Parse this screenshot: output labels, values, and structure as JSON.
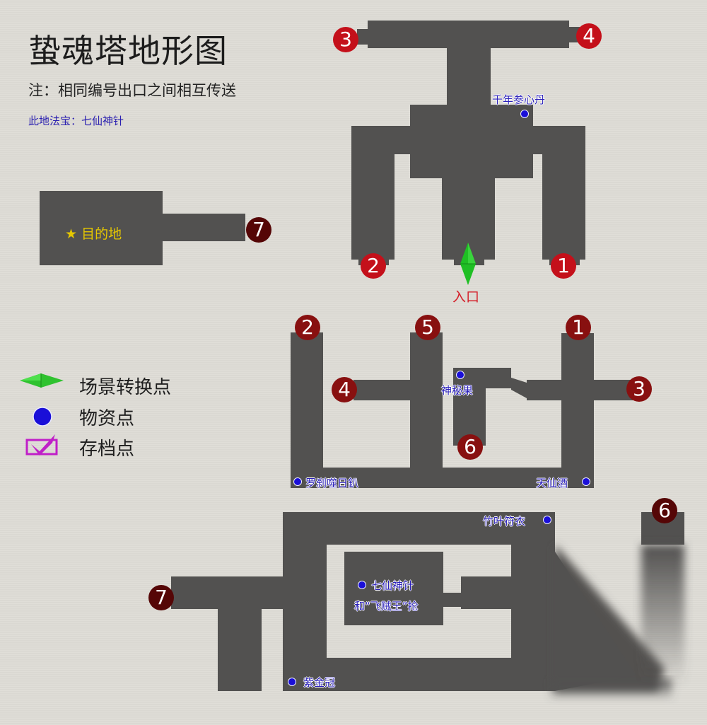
{
  "header": {
    "title": "蛰魂塔地形图",
    "note": "注：相同编号出口之间相互传送",
    "treasure": "此地法宝：七仙神针"
  },
  "colors": {
    "floor": "#525150",
    "background": "#dcdad4",
    "marker_top": "#c4101a",
    "marker_mid": "#881010",
    "marker_dark": "#550606",
    "item_dot": "#1a0fd8",
    "item_text": "#2a1fb8",
    "destination_text": "#e6c800",
    "entrance_text": "#d4202a",
    "transition_icon": "#22c22a",
    "save_icon": "#c020c8"
  },
  "legend": {
    "transition": {
      "icon": "green-diamond-icon",
      "label": "场景转换点"
    },
    "supply": {
      "icon": "blue-dot-icon",
      "label": "物资点"
    },
    "save": {
      "icon": "checkbox-check-icon",
      "label": "存档点"
    }
  },
  "map": {
    "destination": {
      "icon": "star-icon",
      "label": "★ 目的地"
    },
    "entrance": {
      "label": "入口"
    },
    "exits": {
      "top_3": "3",
      "top_4": "4",
      "top_2": "2",
      "top_1": "1",
      "goal_7": "7",
      "mid_2": "2",
      "mid_5": "5",
      "mid_1": "1",
      "mid_4": "4",
      "mid_3": "3",
      "mid_6": "6",
      "bot_7": "7",
      "bot_6": "6"
    },
    "items": {
      "ginseng": "千年参心丹",
      "mystery_fruit": "神秘果",
      "rakshasa": "罗刹噬日釟",
      "heaven_wine": "天仙酒",
      "bamboo_robe": "竹叶符衣",
      "needle_line1": "七仙神针",
      "needle_line2": "和“飞贼王”抢",
      "purple_crown": "紫金冠"
    }
  }
}
